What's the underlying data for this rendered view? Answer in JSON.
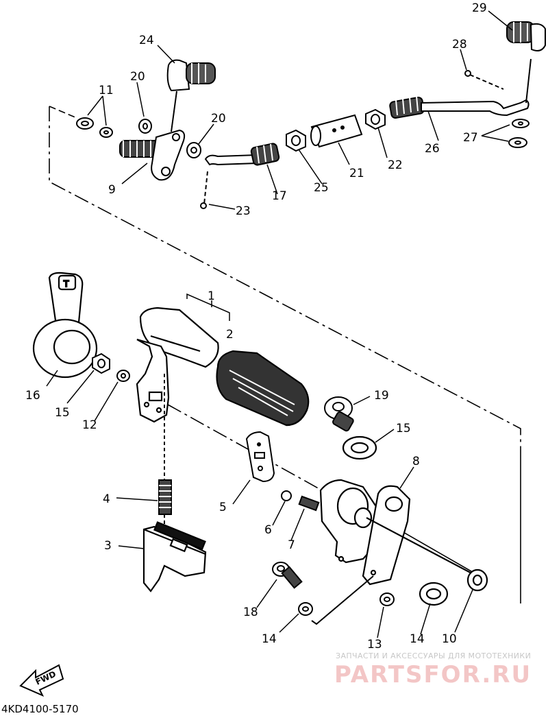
{
  "diagram": {
    "part_labels": [
      "1",
      "2",
      "3",
      "4",
      "5",
      "6",
      "7",
      "8",
      "9",
      "10",
      "11",
      "12",
      "13",
      "14",
      "14",
      "15",
      "15",
      "16",
      "17",
      "18",
      "19",
      "20",
      "20",
      "21",
      "22",
      "23",
      "24",
      "25",
      "26",
      "27",
      "28",
      "29"
    ],
    "fwd_label": "FWD",
    "drawing_code": "4KD4100-5170"
  },
  "watermark": {
    "tagline": "ЗАПЧАСТИ И АКСЕССУАРЫ ДЛЯ МОТОТЕХНИКИ",
    "brand": "PARTSFOR.RU",
    "brand_color": "#e05a5a"
  },
  "colors": {
    "ink": "#000000",
    "paper": "#ffffff"
  }
}
